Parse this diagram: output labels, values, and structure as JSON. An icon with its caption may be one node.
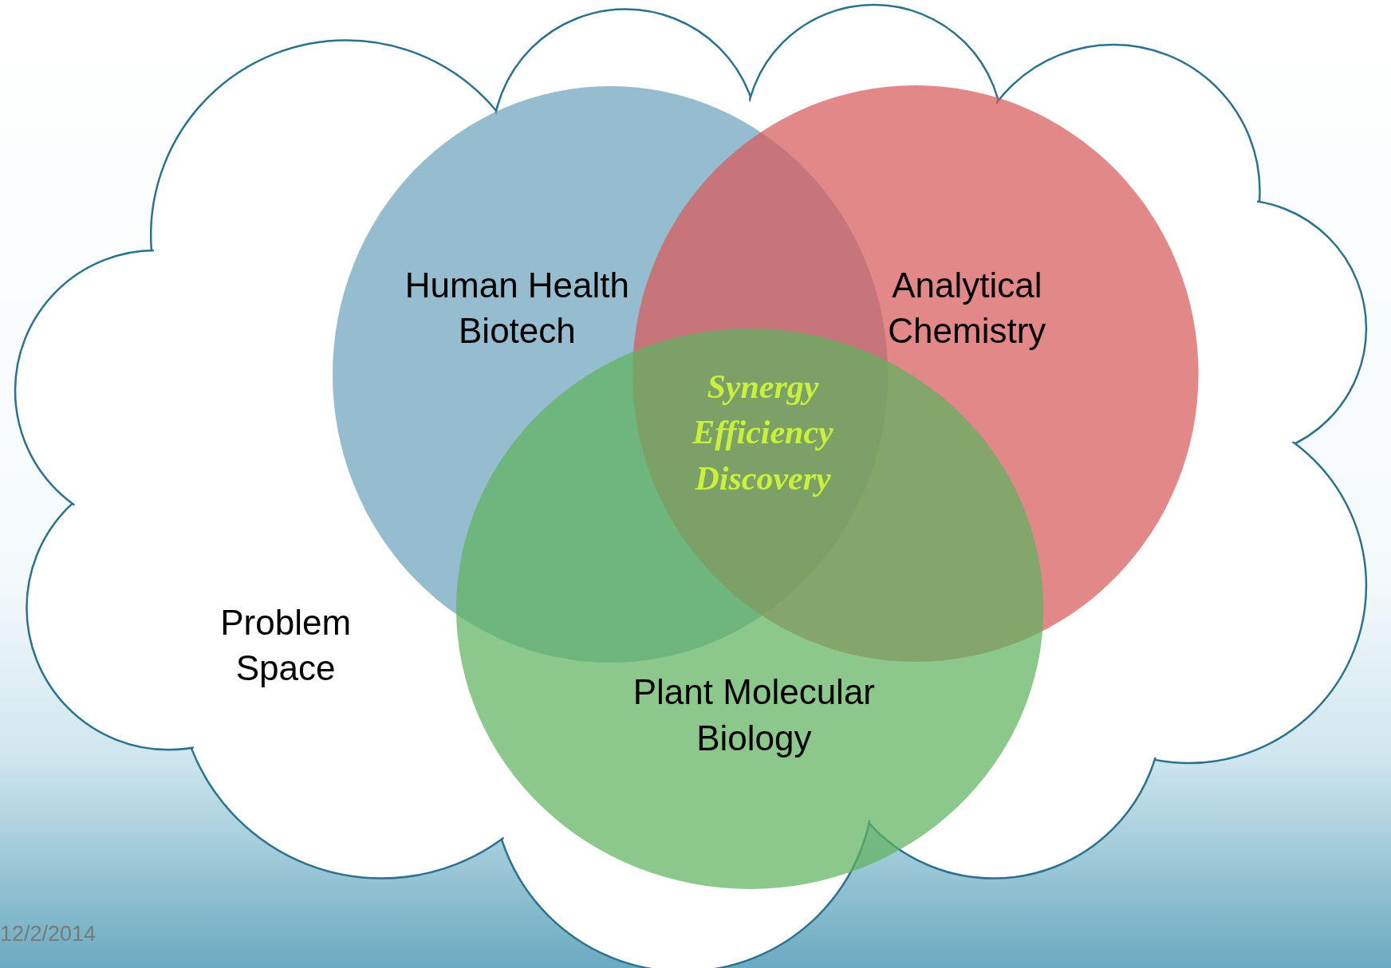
{
  "diagram": {
    "nodes": [
      {
        "text": [
          "Problem Space"
        ]
      },
      {
        "text": [
          "Human Health Biotech"
        ],
        "in": 0
      },
      {
        "text": [
          "Analytical Chemistry"
        ],
        "in": 0
      },
      {
        "text": [
          "Plant Molecular Biology"
        ],
        "in": 0
      }
    ],
    "labels": [
      "Synergy Efficiency Discovery",
      "12/2/2014"
    ]
  }
}
